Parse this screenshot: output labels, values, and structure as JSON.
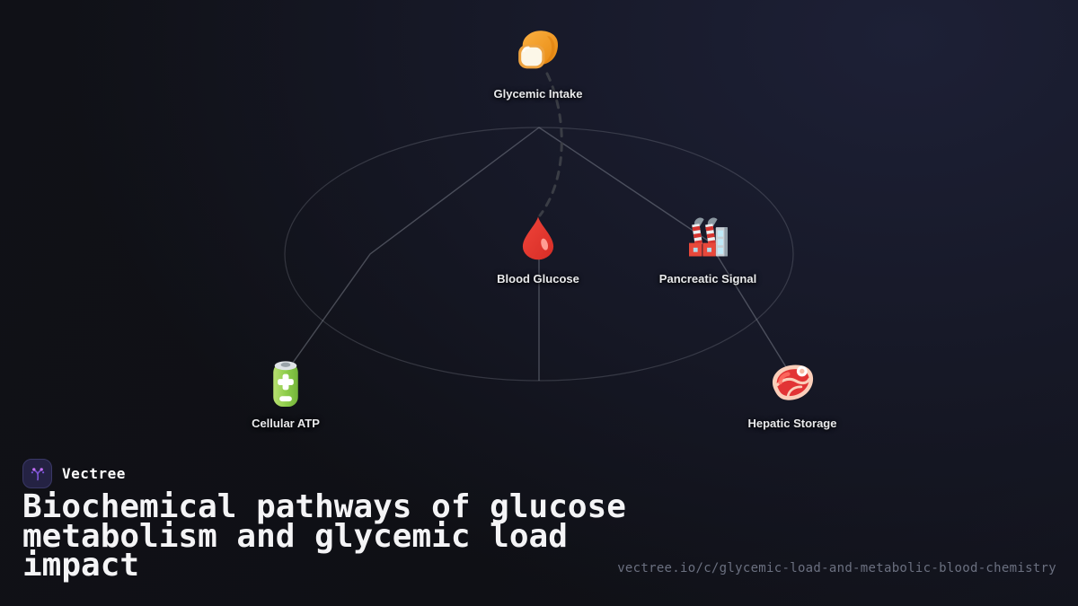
{
  "brand": {
    "name": "Vectree",
    "logo_icon": "vectree-branch-icon",
    "accent_color": "#8b5cf6",
    "logo_background": "#242243"
  },
  "title": {
    "full_text": "Biochemical pathways of glucose metabolism and glycemic load impact",
    "lines": [
      "Biochemical pathways of glucose",
      "metabolism and glycemic load",
      "impact"
    ]
  },
  "url": "vectree.io/c/glycemic-load-and-metabolic-blood-chemistry",
  "diagram": {
    "nodes": [
      {
        "id": "glycemic-intake",
        "label": "Glycemic Intake",
        "icon": "bread-icon"
      },
      {
        "id": "blood-glucose",
        "label": "Blood Glucose",
        "icon": "blood-drop-icon"
      },
      {
        "id": "pancreatic-signal",
        "label": "Pancreatic Signal",
        "icon": "factory-icon"
      },
      {
        "id": "cellular-atp",
        "label": "Cellular ATP",
        "icon": "battery-icon"
      },
      {
        "id": "hepatic-storage",
        "label": "Hepatic Storage",
        "icon": "meat-icon"
      }
    ],
    "edge_color": "#969CA8",
    "dashed_edge_color": "#3a3d45",
    "label_color": "#e9eaec",
    "background_glow": "#1d2036"
  }
}
